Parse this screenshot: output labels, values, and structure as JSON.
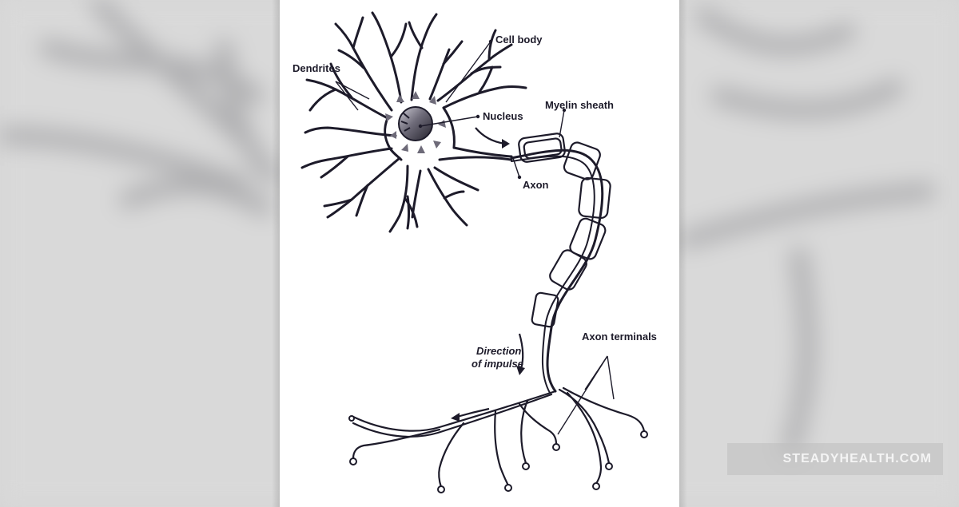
{
  "labels": {
    "cell_body": "Cell body",
    "dendrites": "Dendrites",
    "nucleus": "Nucleus",
    "myelin_sheath": "Myelin sheath",
    "axon": "Axon",
    "direction_line1": "Direction",
    "direction_line2": "of impulse",
    "axon_terminals": "Axon terminals"
  },
  "watermark": "STEADYHEALTH.COM",
  "colors": {
    "ink": "#1d1b2a",
    "panel": "#ffffff",
    "background": "#d6d6d6",
    "nucleus_dark": "#2a2833",
    "nucleus_light": "#b9b7c2"
  }
}
